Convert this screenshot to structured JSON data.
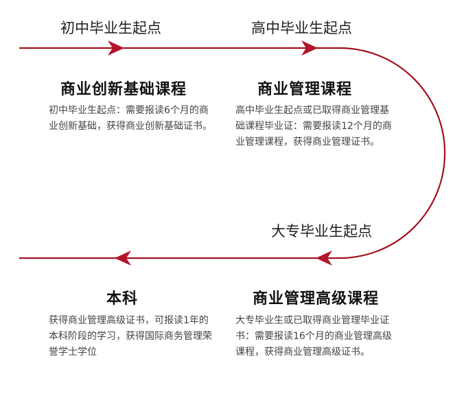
{
  "colors": {
    "path": "#a30f1d",
    "arrow": "#b3142a",
    "text": "#111111",
    "description": "#444444"
  },
  "milestones": {
    "junior_high": "初中毕业生起点",
    "senior_high": "高中毕业生起点",
    "college": "大专毕业生起点"
  },
  "courses": {
    "innovation": {
      "title": "商业创新基础课程",
      "description": "初中毕业生起点：需要报读6个月的商业创新基础，获得商业创新基础证书。"
    },
    "management": {
      "title": "商业管理课程",
      "description": "高中毕业生起点或已取得商业管理基础课程毕业证：需要报读12个月的商业管理课程，获得商业管理证书。"
    },
    "advanced": {
      "title": "商业管理高级课程",
      "description": "大专毕业生或已取得商业管理毕业证书：需要报读16个月的商业管理高级课程，获得商业管理高级证书。"
    },
    "bachelor": {
      "title": "本科",
      "description": "获得商业管理高级证书，可报读1年的本科阶段的学习，获得国际商务管理荣誉学士学位"
    }
  }
}
